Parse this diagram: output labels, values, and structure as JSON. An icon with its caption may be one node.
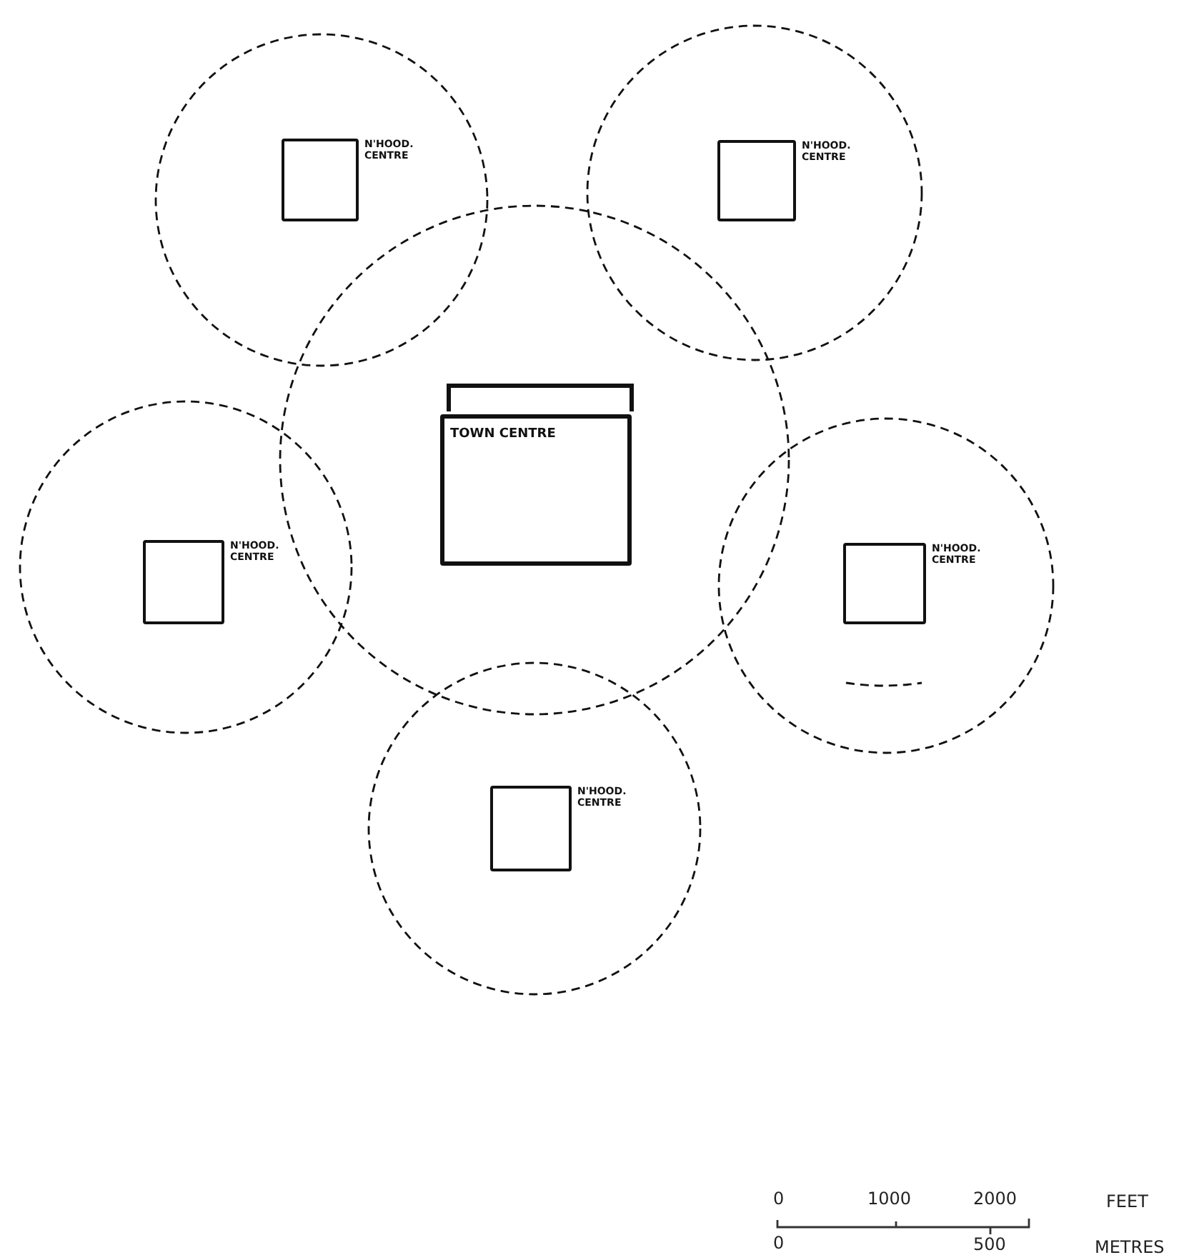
{
  "diagram": {
    "nodes": [
      {
        "text": [],
        "shape": "circle"
      },
      {
        "text": [
          "N'HOOD. CENTRE"
        ],
        "in": 0
      },
      {
        "text": [],
        "shape": "circle"
      },
      {
        "text": [
          "N'HOOD. CENTRE"
        ],
        "in": 2
      },
      {
        "text": [],
        "shape": "circle"
      },
      {
        "text": [
          "TOWN CENTRE"
        ],
        "in": 4
      },
      {
        "text": [],
        "shape": "circle"
      },
      {
        "text": [
          "N'HOOD. CENTRE"
        ],
        "in": 6
      },
      {
        "text": [],
        "shape": "circle"
      },
      {
        "text": [
          "N'HOOD. CENTRE"
        ],
        "in": 8
      },
      {
        "text": [],
        "shape": "circle"
      },
      {
        "text": [
          "N'HOOD. CENTRE"
        ],
        "in": 10
      }
    ],
    "labels": [
      "0",
      "1000",
      "2000",
      "FEET",
      "0",
      "500",
      "METRES"
    ]
  }
}
